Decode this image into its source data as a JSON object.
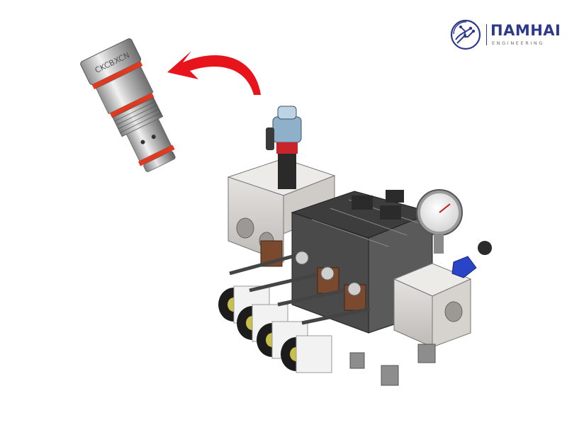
{
  "brand": {
    "name": "ПАМНАІ",
    "tagline": "ENGINEERING",
    "color": "#2d3a8c"
  },
  "cartridge": {
    "engraving_line1": "CKCB",
    "engraving_line2": "XCN",
    "seal_color": "#e0391f"
  },
  "arrow": {
    "color": "#e8141b"
  },
  "manifold": {
    "body_color": "#d9d6d2",
    "solenoid_count": 4,
    "pressure_gauge": true,
    "fitting_color": "#2a44c8"
  }
}
